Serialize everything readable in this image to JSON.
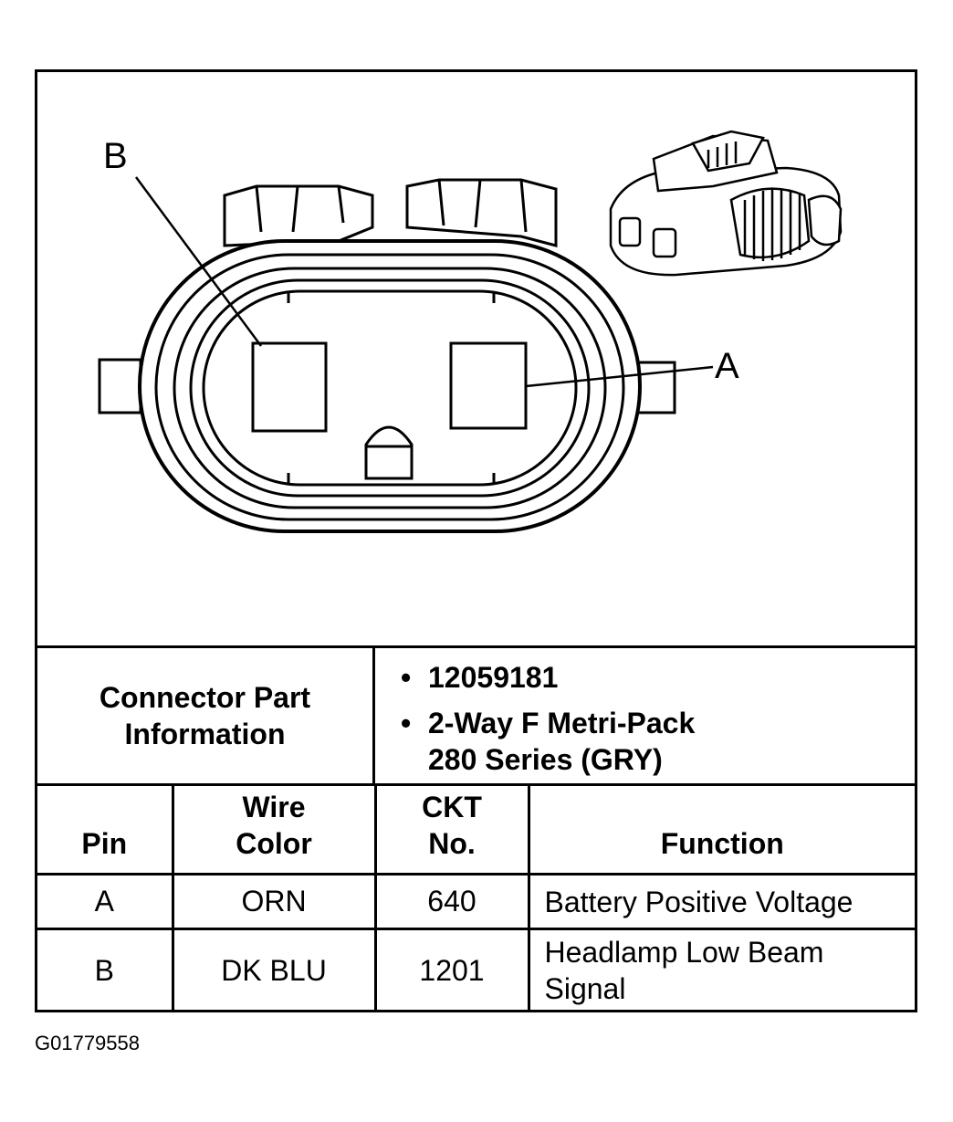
{
  "diagram": {
    "callouts": {
      "pin_b": "B",
      "pin_a": "A"
    }
  },
  "connector_info": {
    "label_line1": "Connector Part",
    "label_line2": "Information",
    "items": [
      "12059181",
      "2-Way F Metri-Pack",
      "280 Series (GRY)"
    ]
  },
  "table": {
    "headers": {
      "pin": "Pin",
      "wire_color_line1": "Wire",
      "wire_color_line2": "Color",
      "ckt_line1": "CKT",
      "ckt_line2": "No.",
      "function": "Function"
    },
    "rows": [
      {
        "pin": "A",
        "wire_color": "ORN",
        "ckt": "640",
        "function_line1": "Battery Positive Voltage",
        "function_line2": ""
      },
      {
        "pin": "B",
        "wire_color": "DK BLU",
        "ckt": "1201",
        "function_line1": "Headlamp Low Beam",
        "function_line2": "Signal"
      }
    ]
  },
  "figure_id": "G01779558"
}
